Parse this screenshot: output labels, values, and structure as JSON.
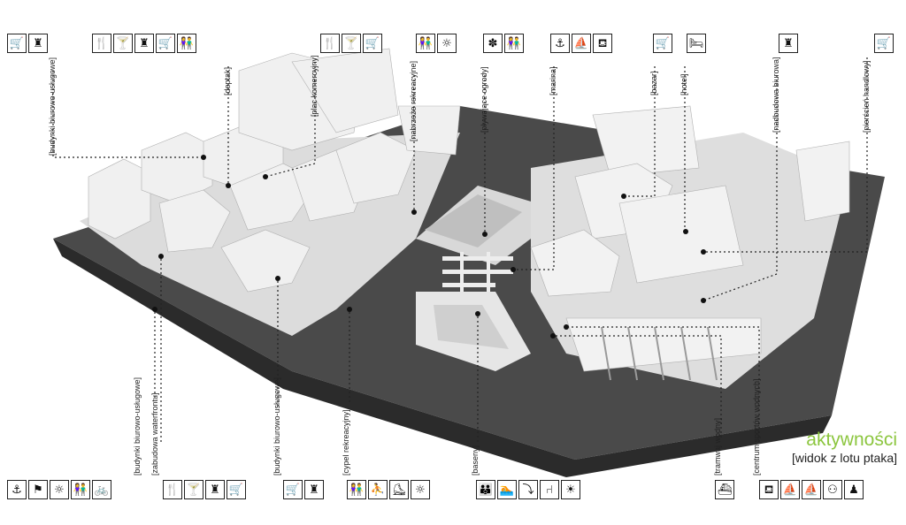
{
  "title": {
    "main": "aktywności",
    "sub": "[widok z lotu ptaka]"
  },
  "labels": {
    "budynki_top": "[budynki biurowo-usługowe]",
    "deptak": "[deptak]",
    "plac": "[plac komercyjny]",
    "nabrzeze": "[nabrzeże rekreacyjne]",
    "ogrody": "[pływające ogrody]",
    "marina": "[marina]",
    "bazar": "[bazar]",
    "hotel": "[hotel]",
    "nadbudowa": "[nadbudowa biurowa]",
    "pierscien": "[pierścień handlowy]",
    "budynki_bottom1": "[budynki biurowo-usługowe]",
    "zabudowa": "[zabudowa waterfrontu]",
    "budynki_bottom2": "[budynki biurowo-usługowe]",
    "cypel": "[cypel rekreacyjny]",
    "baseny": "[baseny]",
    "tramwaj": "[tramwaj wodny]",
    "centrum": "[centrum sportów wodnych]"
  },
  "top_icons": [
    [
      "cart-icon",
      "briefcase-person-icon"
    ],
    [
      "cutlery-icon",
      "cocktail-icon",
      "briefcase-person-icon",
      "cart-icon",
      "couple-icon"
    ],
    [
      "cutlery-icon",
      "cocktail-icon",
      "cart-icon"
    ],
    [
      "couple-icon",
      "sunbather-icon"
    ],
    [
      "flower-icon",
      "couple-icon"
    ],
    [
      "anchor-icon",
      "windsurf-icon",
      "kayak-icon"
    ],
    [
      "cart-icon"
    ],
    [
      "bed-icon"
    ],
    [
      "briefcase-person-icon"
    ],
    [
      "cart-icon"
    ]
  ],
  "bottom_icons": [
    [
      "anchor-icon",
      "pier-icon",
      "sunbather-icon",
      "couple-icon",
      "bicycle-icon"
    ],
    [
      "cutlery-icon",
      "cocktail-icon",
      "briefcase-person-icon",
      "cart-icon"
    ],
    [
      "cart-icon",
      "briefcase-person-icon"
    ],
    [
      "couple-icon",
      "skater-icon",
      "rollerblade-icon",
      "sunbather-icon"
    ],
    [
      "family-icon",
      "swimmer-icon",
      "diver-icon",
      "beach-chair-icon",
      "sun-icon"
    ],
    [
      "boat-icon"
    ],
    [
      "kayak-icon",
      "windsurf-icon",
      "canoe-icon",
      "rowing-icon",
      "team-icon"
    ]
  ]
}
